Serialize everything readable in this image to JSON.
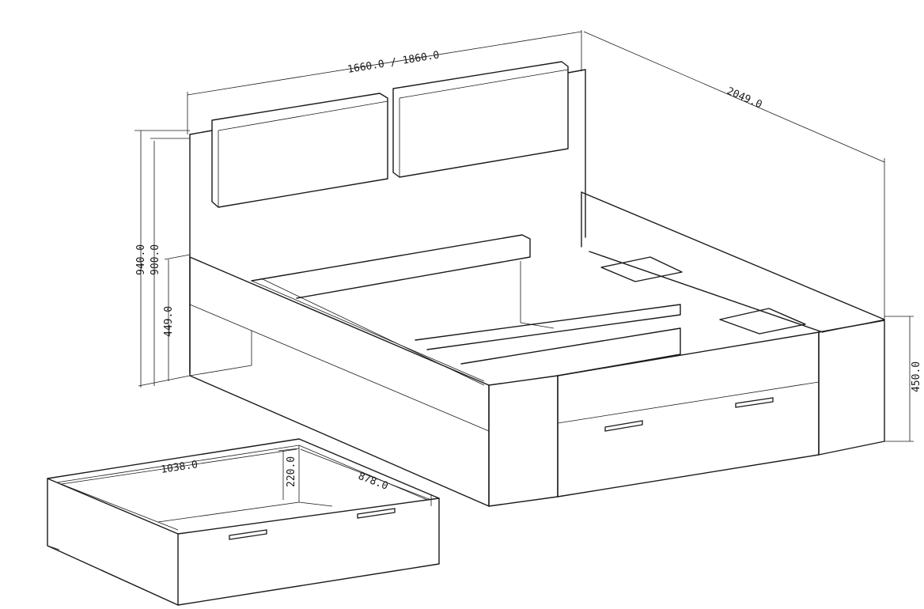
{
  "drawing": {
    "subject": "bed with storage drawer",
    "dimensions": {
      "width": "1660.0 / 1860.0",
      "length": "2049.0",
      "height_headboard": "940.0",
      "height_headboard_inner": "900.0",
      "height_side": "449.0",
      "height_foot": "450.0",
      "drawer_width": "1038.0",
      "drawer_depth": "878.0",
      "drawer_height": "220.0"
    }
  }
}
